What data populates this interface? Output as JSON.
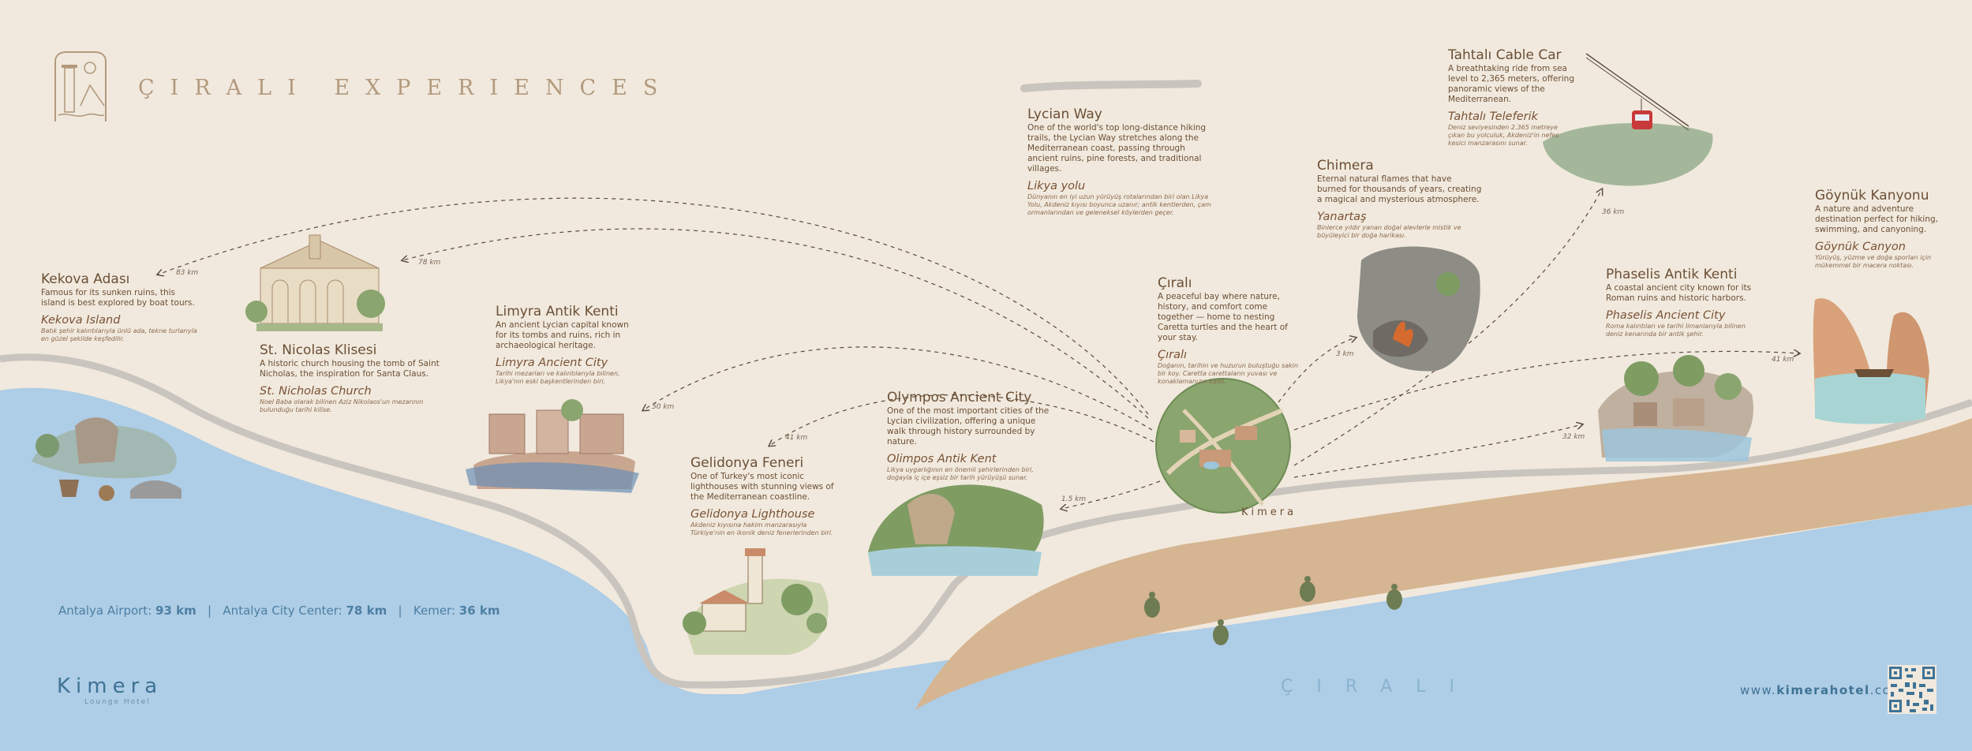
{
  "header": {
    "title": "ÇIRALI EXPERIENCES"
  },
  "places": [
    {
      "name": "Kekova Adası",
      "desc": "Famous for its sunken ruins, this island is best explored by boat tours.",
      "tr": "Kekova Island",
      "tr_desc": "Batık şehir kalıntılarıyla ünlü ada, tekne turlarıyla en güzel şekilde keşfedilir."
    },
    {
      "name": "St. Nicolas Klisesi",
      "desc": "A historic church housing the tomb of Saint Nicholas, the inspiration for Santa Claus.",
      "tr": "St. Nicholas Church",
      "tr_desc": "Noel Baba olarak bilinen Aziz Nikolaos'un mezarının bulunduğu tarihi kilise."
    },
    {
      "name": "Limyra Antik Kenti",
      "desc": "An ancient Lycian capital known for its tombs and ruins, rich in archaeological heritage.",
      "tr": "Limyra Ancient City",
      "tr_desc": "Tarihi mezarları ve kalıntılarıyla bilinen, Likya'nın eski başkentlerinden biri."
    },
    {
      "name": "Gelidonya Feneri",
      "desc": "One of Turkey's most iconic lighthouses with stunning views of the Mediterranean coastline.",
      "tr": "Gelidonya Lighthouse",
      "tr_desc": "Akdeniz kıyısına hakim manzarasıyla Türkiye'nin en ikonik deniz fenerlerinden biri."
    },
    {
      "name": "Olympos Ancient City",
      "desc": "One of the most important cities of the Lycian civilization, offering a unique walk through history surrounded by nature.",
      "tr": "Olimpos Antik Kent",
      "tr_desc": "Likya uygarlığının en önemli şehirlerinden biri, doğayla iç içe eşsiz bir tarih yürüyüşü sunar."
    },
    {
      "name": "Lycian Way",
      "desc": "One of the world's top long-distance hiking trails, the Lycian Way stretches along the Mediterranean coast, passing through ancient ruins, pine forests, and traditional villages.",
      "tr": "Likya yolu",
      "tr_desc": "Dünyanın en iyi uzun yürüyüş rotalarından biri olan Likya Yolu, Akdeniz kıyısı boyunca uzanır; antik kentlerden, çam ormanlarından ve geleneksel köylerden geçer."
    },
    {
      "name": "Çıralı",
      "desc": "A peaceful bay where nature, history, and comfort come together — home to nesting Caretta turtles and the heart of your stay.",
      "tr": "Çıralı",
      "tr_desc": "Doğanın, tarihin ve huzurun buluştuğu sakin bir koy. Caretta carettaların yuvası ve konaklamanızın kalbi."
    },
    {
      "name": "Chimera",
      "desc": "Eternal natural flames that have burned for thousands of years, creating a magical and mysterious atmosphere.",
      "tr": "Yanartaş",
      "tr_desc": "Binlerce yıldır yanan doğal alevlerle mistik ve büyüleyici bir doğa harikası."
    },
    {
      "name": "Tahtalı Cable Car",
      "desc": "A breathtaking ride from sea level to 2,365 meters, offering panoramic views of the Mediterranean.",
      "tr": "Tahtalı Teleferik",
      "tr_desc": "Deniz seviyesinden 2.365 metreye çıkan bu yolculuk, Akdeniz'in nefes kesici manzarasını sunar."
    },
    {
      "name": "Phaselis Antik Kenti",
      "desc": "A coastal ancient city known for its Roman ruins and historic harbors.",
      "tr": "Phaselis Ancient City",
      "tr_desc": "Roma kalıntıları ve tarihi limanlarıyla bilinen deniz kenarında bir antik şehir."
    },
    {
      "name": "Göynük Kanyonu",
      "desc": "A nature and adventure destination perfect for hiking, swimming, and canyoning.",
      "tr": "Göynük Canyon",
      "tr_desc": "Yürüyüş, yüzme ve doğa sporları için mükemmel bir macera noktası."
    }
  ],
  "distances": {
    "kekova": "83 km",
    "stnicolas": "78 km",
    "limyra": "50 km",
    "gelidonya": "41 km",
    "olympos": "1.5 km",
    "chimera": "3 km",
    "tahtali": "36 km",
    "phaselis": "32 km",
    "goynuk": "41 km"
  },
  "map_labels": {
    "kimera": "Kimera",
    "cirali": "ÇIRALI"
  },
  "footer": {
    "airport_label": "Antalya Airport:",
    "airport_value": "93 km",
    "city_label": "Antalya City Center:",
    "city_value": "78 km",
    "kemer_label": "Kemer:",
    "kemer_value": "36 km",
    "separator": "|",
    "logo": "Kimera",
    "logo_sub": "Lounge Hotel",
    "web_prefix": "www.",
    "web_bold": "kimerahotel",
    "web_suffix": ".com"
  },
  "icons": [
    "column-logo-icon",
    "qr-code-icon",
    "turtle-icon"
  ],
  "colors": {
    "sea": "#aecde6",
    "land": "#f1e9dd",
    "sand": "#d6b592",
    "road": "#c9c5be",
    "text_brown": "#6b4f36",
    "brand_blue": "#3f7395"
  }
}
